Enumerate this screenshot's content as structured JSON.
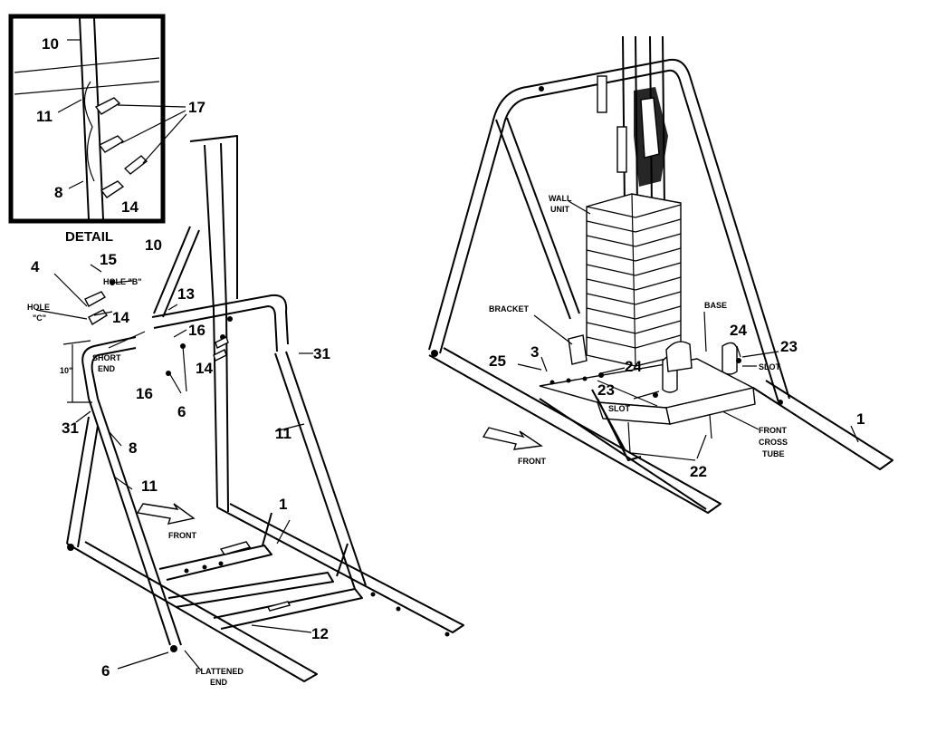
{
  "detail": {
    "title": "DETAIL",
    "labels": [
      "10",
      "11",
      "8",
      "17",
      "14"
    ]
  },
  "left": {
    "labels": [
      "10",
      "15",
      "4",
      "13",
      "14",
      "16",
      "14",
      "16",
      "6",
      "31",
      "31",
      "8",
      "11",
      "11",
      "1",
      "12",
      "6"
    ],
    "captions": {
      "hole_b": "HOLE \"B\"",
      "hole_c_1": "HOLE",
      "hole_c_2": "\"C\"",
      "short_end_1": "SHORT",
      "short_end_2": "END",
      "dimension": "10\"",
      "front": "FRONT",
      "flattened_1": "FLATTENED",
      "flattened_2": "END"
    }
  },
  "right": {
    "labels": [
      "25",
      "3",
      "24",
      "23",
      "24",
      "23",
      "1",
      "22"
    ],
    "captions": {
      "wall_1": "WALL",
      "wall_2": "UNIT",
      "bracket": "BRACKET",
      "base": "BASE",
      "slot_1": "SLOT",
      "slot_2": "SLOT",
      "front_cross_1": "FRONT",
      "front_cross_2": "CROSS",
      "front_cross_3": "TUBE",
      "front": "FRONT"
    }
  }
}
